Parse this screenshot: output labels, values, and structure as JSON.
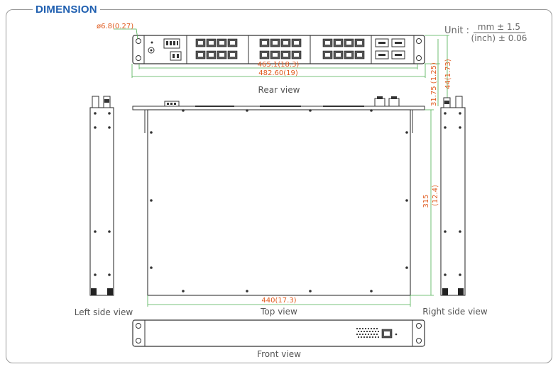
{
  "header": {
    "title": "DIMENSION"
  },
  "unit": {
    "label": "Unit :",
    "top": "mm ± 1.5",
    "bottom": "(inch) ± 0.06"
  },
  "views": {
    "rear": "Rear view",
    "left": "Left side view",
    "top": "Top view",
    "right": "Right side view",
    "front": "Front view"
  },
  "dimensions": {
    "hole": "ø6.8(0.27)",
    "inner_width": "465.1(18.3)",
    "outer_width": "482.60(19)",
    "ear_height": "31.75 (1.25)",
    "height": "44(1.73)",
    "depth_mm": "315",
    "depth_in": "(12.4)",
    "body_width": "440(17.3)"
  },
  "colors": {
    "title": "#1f5fb0",
    "dimension": "#e05a1e",
    "dimension_line": "#4caf50",
    "outline": "#333333"
  }
}
